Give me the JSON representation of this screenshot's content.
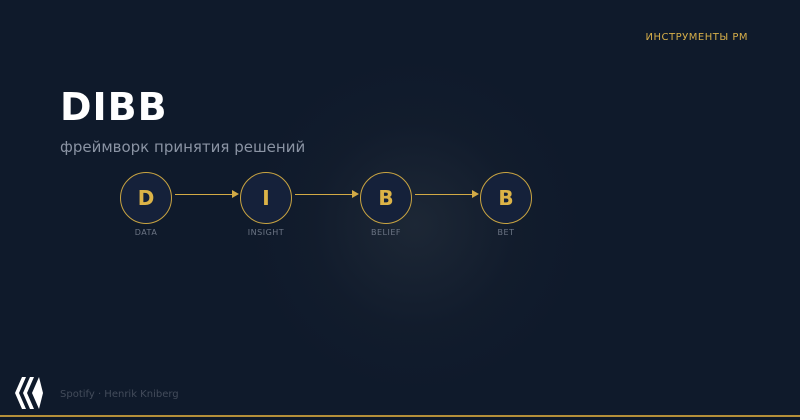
{
  "header": {
    "tag": "ИНСТРУМЕНТЫ PM"
  },
  "slide": {
    "title": "DIBB",
    "subtitle": "фреймворк принятия решений"
  },
  "framework": {
    "steps": [
      {
        "letter": "D",
        "caption": "DATA"
      },
      {
        "letter": "I",
        "caption": "INSIGHT"
      },
      {
        "letter": "B",
        "caption": "BELIEF"
      },
      {
        "letter": "B",
        "caption": "BET"
      }
    ]
  },
  "footer": {
    "source": "Spotify · Henrik Kniberg"
  },
  "colors": {
    "background": "#0f1a2b",
    "accent": "#d6ae49",
    "title": "#ffffff",
    "muted": "#8a93a3"
  },
  "icons": {
    "logo": "white-chevron-logo-icon"
  }
}
